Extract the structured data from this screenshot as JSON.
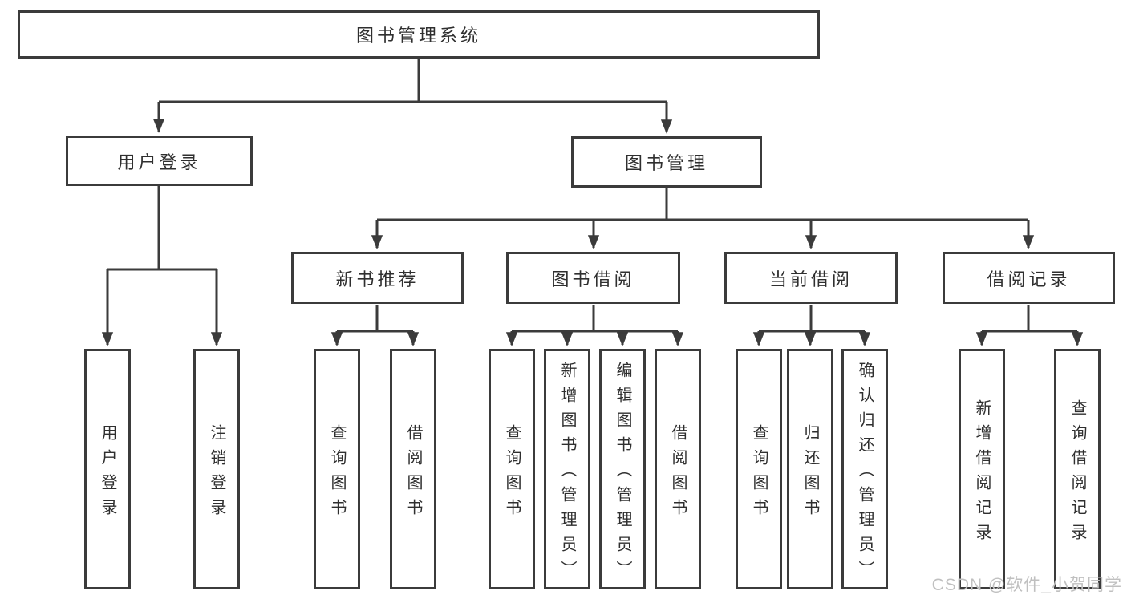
{
  "diagram": {
    "nodes": {
      "root": "图书管理系统",
      "user_login": "用户登录",
      "book_mgmt": "图书管理",
      "new_book": "新书推荐",
      "borrow": "图书借阅",
      "current": "当前借阅",
      "record": "借阅记录",
      "leaf_user_login": "用户登录",
      "leaf_logout": "注销登录",
      "leaf_query1": "查询图书",
      "leaf_borrow1": "借阅图书",
      "leaf_query2": "查询图书",
      "leaf_add_book": "新增图书（管理员）",
      "leaf_edit_book": "编辑图书（管理员）",
      "leaf_borrow2": "借阅图书",
      "leaf_query3": "查询图书",
      "leaf_return": "归还图书",
      "leaf_confirm": "确认归还（管理员）",
      "leaf_add_record": "新增借阅记录",
      "leaf_query_record": "查询借阅记录"
    },
    "hierarchy": {
      "图书管理系统": {
        "用户登录": [
          "用户登录",
          "注销登录"
        ],
        "图书管理": {
          "新书推荐": [
            "查询图书",
            "借阅图书"
          ],
          "图书借阅": [
            "查询图书",
            "新增图书（管理员）",
            "编辑图书（管理员）",
            "借阅图书"
          ],
          "当前借阅": [
            "查询图书",
            "归还图书",
            "确认归还（管理员）"
          ],
          "借阅记录": [
            "新增借阅记录",
            "查询借阅记录"
          ]
        }
      }
    },
    "colors": {
      "line": "#3b3b3b",
      "text": "#2f2f2f",
      "background": "#ffffff",
      "watermark_text": "#c0c0c0"
    }
  },
  "watermark": "CSDN @软件_小贺同学"
}
